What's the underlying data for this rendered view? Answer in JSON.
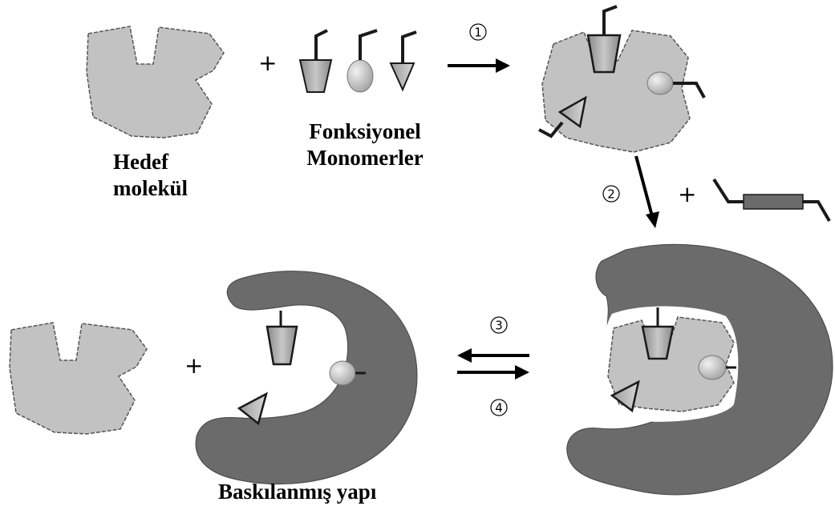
{
  "labels": {
    "target_line1": "Hedef",
    "target_line2": "molekül",
    "monomers_line1": "Fonksiyonel",
    "monomers_line2": "Monomerler",
    "imprinted": "Baskılanmış yapı"
  },
  "steps": {
    "s1": "1",
    "s2": "2",
    "s3": "3",
    "s4": "4"
  },
  "operators": {
    "plus": "+"
  },
  "colors": {
    "target_fill": "#c2c2c2",
    "monomer_fill": "#b8b8b8",
    "polymer_fill": "#6b6b6b",
    "outline": "#1a1a1a"
  }
}
